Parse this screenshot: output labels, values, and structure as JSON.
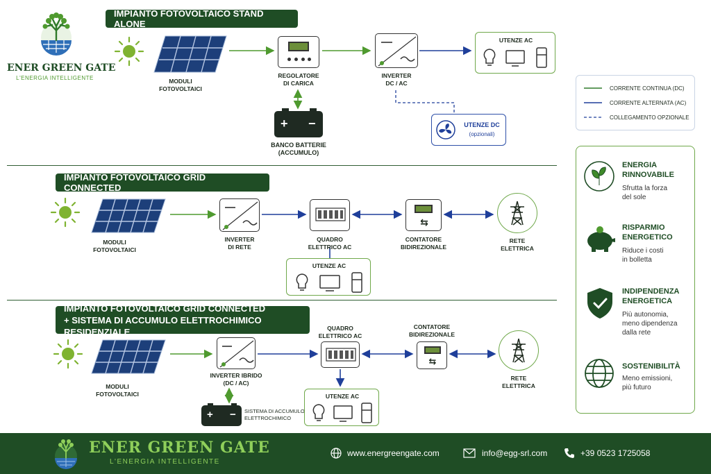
{
  "brand": {
    "name": "ENER GREEN GATE",
    "tagline": "L'ENERGIA INTELLIGENTE"
  },
  "sections": {
    "standalone": {
      "title": "IMPIANTO FOTOVOLTAICO STAND ALONE",
      "modules": "MODULI\nFOTOVOLTAICI",
      "regulator": "REGOLATORE\nDI CARICA",
      "inverter": "INVERTER\nDC / AC",
      "ac_users": "UTENZE AC",
      "dc_users": "UTENZE DC",
      "dc_users_note": "(opzionali)",
      "battery": "BANCO BATTERIE\n(ACCUMULO)"
    },
    "grid": {
      "title": "IMPIANTO FOTOVOLTAICO GRID CONNECTED",
      "modules": "MODULI\nFOTOVOLTAICI",
      "inverter": "INVERTER\nDI RETE",
      "panel": "QUADRO\nELETTRICO AC",
      "meter": "CONTATORE\nBIDIREZIONALE",
      "grid": "RETE\nELETTRICA",
      "ac_users": "UTENZE AC"
    },
    "storage": {
      "title_line1": "IMPIANTO FOTOVOLTAICO GRID CONNECTED",
      "title_line2": "+ SISTEMA DI ACCUMULO ELETTROCHIMICO RESIDENZIALE",
      "modules": "MODULI\nFOTOVOLTAICI",
      "inverter": "INVERTER IBRIDO\n(DC / AC)",
      "panel": "QUADRO\nELETTRICO AC",
      "meter": "CONTATORE\nBIDIREZIONALE",
      "grid": "RETE\nELETTRICA",
      "ac_users": "UTENZE AC",
      "battery": "SISTEMA DI ACCUMULO\nELETTROCHIMICO"
    }
  },
  "battery_signs": {
    "plus": "+",
    "minus": "−"
  },
  "legend": {
    "dc": "CORRENTE CONTINUA (DC)",
    "ac": "CORRENTE ALTERNATA (AC)",
    "optional": "COLLEGAMENTO OPZIONALE"
  },
  "benefits": [
    {
      "title": "ENERGIA\nRINNOVABILE",
      "text": "Sfrutta la forza\ndel sole",
      "icon": "leaf-icon"
    },
    {
      "title": "RISPARMIO\nENERGETICO",
      "text": "Riduce i costi\nin bolletta",
      "icon": "piggy-bank-icon"
    },
    {
      "title": "INDIPENDENZA\nENERGETICA",
      "text": "Più autonomia,\nmeno dipendenza\ndalla rete",
      "icon": "shield-check-icon"
    },
    {
      "title": "SOSTENIBILITÀ",
      "text": "Meno emissioni,\npiù futuro",
      "icon": "globe-icon"
    }
  ],
  "footer": {
    "website": "www.energreengate.com",
    "email": "info@egg-srl.com",
    "phone": "+39 0523 1725058"
  },
  "colors": {
    "dark_green": "#1f4d25",
    "dc_green": "#4f9a2f",
    "ac_blue": "#1f3f9a",
    "accent": "#6fa84a"
  }
}
